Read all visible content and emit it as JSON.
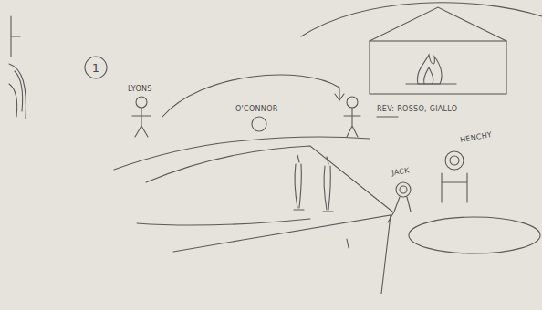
{
  "diagram": {
    "nodes": [
      {
        "text": [
          "1"
        ]
      }
    ],
    "labels": [
      "LYONS",
      "O'CONNOR",
      "REV: ROSSO, GIALLO",
      "JACK",
      "HENCHY"
    ]
  }
}
